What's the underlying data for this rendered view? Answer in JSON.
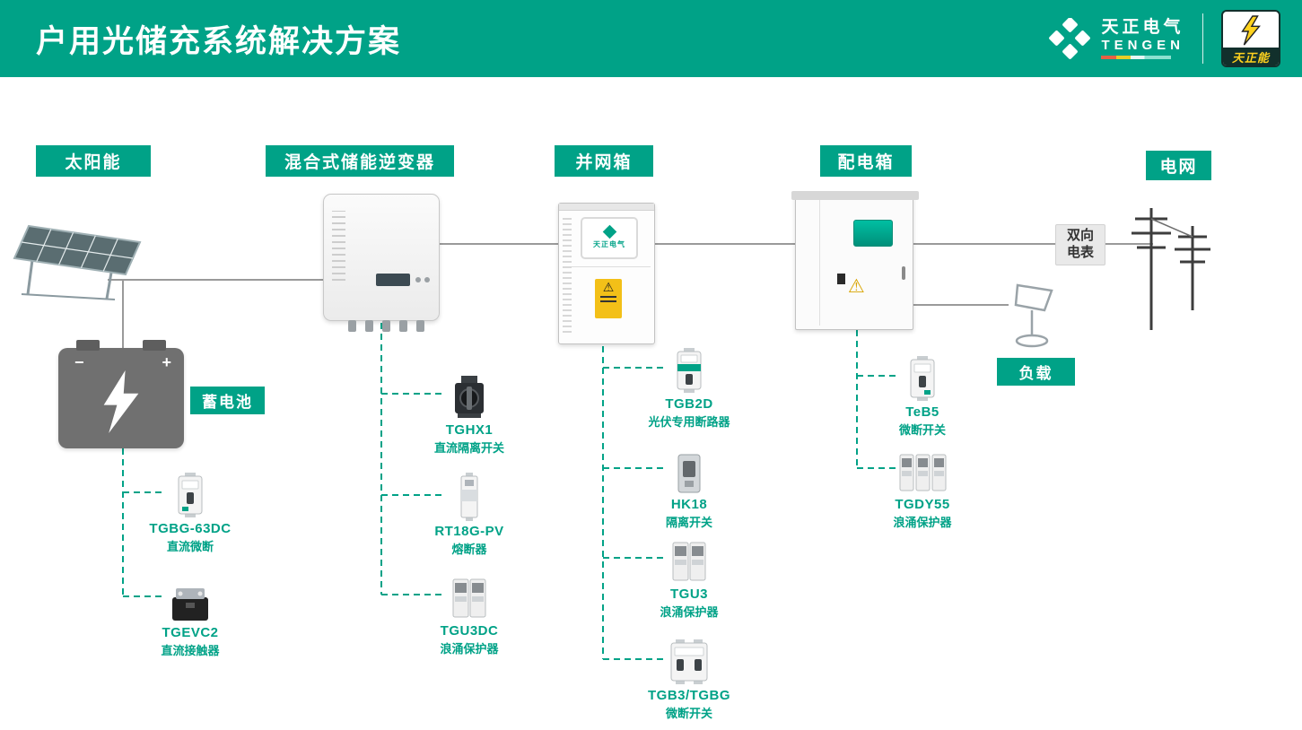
{
  "header": {
    "title": "户用光储充系统解决方案",
    "brand_cn": "天正电气",
    "brand_en": "TENGEN",
    "badge": "天正能"
  },
  "labels": {
    "solar": "太阳能",
    "inverter": "混合式储能逆变器",
    "grid_box": "并网箱",
    "dist_box": "配电箱",
    "grid": "电网",
    "battery": "蓄电池",
    "load": "负载",
    "meter_line1": "双向",
    "meter_line2": "电表",
    "cabinet_logo": "天正电气"
  },
  "products": {
    "battery_chain": [
      {
        "name": "TGBG-63DC",
        "desc": "直流微断"
      },
      {
        "name": "TGEVC2",
        "desc": "直流接触器"
      }
    ],
    "inverter_chain": [
      {
        "name": "TGHX1",
        "desc": "直流隔离开关"
      },
      {
        "name": "RT18G-PV",
        "desc": "熔断器"
      },
      {
        "name": "TGU3DC",
        "desc": "浪涌保护器"
      }
    ],
    "grid_box_chain": [
      {
        "name": "TGB2D",
        "desc": "光伏专用断路器"
      },
      {
        "name": "HK18",
        "desc": "隔离开关"
      },
      {
        "name": "TGU3",
        "desc": "浪涌保护器"
      },
      {
        "name": "TGB3/TGBG",
        "desc": "微断开关"
      }
    ],
    "dist_box_chain": [
      {
        "name": "TeB5",
        "desc": "微断开关"
      },
      {
        "name": "TGDY55",
        "desc": "浪涌保护器"
      }
    ]
  },
  "colors": {
    "accent": "#00a287",
    "wire": "#9a9a9a"
  }
}
